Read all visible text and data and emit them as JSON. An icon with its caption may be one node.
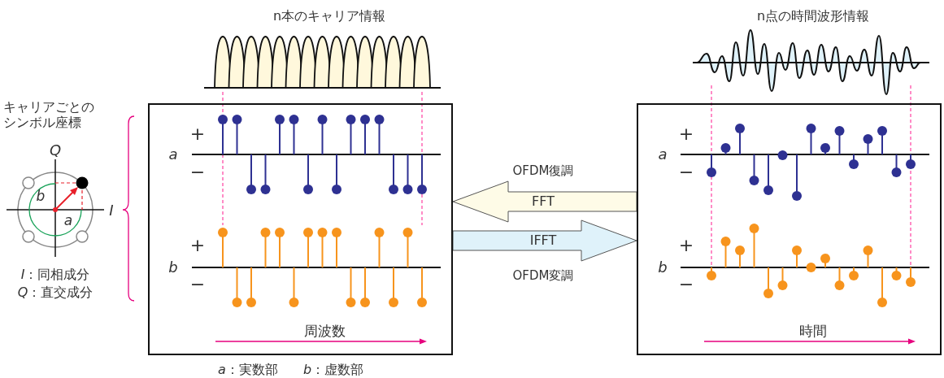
{
  "diagram": {
    "nodes": [
      {
        "text": [
          "周波数"
        ]
      },
      {
        "text": [
          "時間"
        ]
      }
    ],
    "edges": [
      {
        "from": 1,
        "to": 0,
        "arrow": "to",
        "label": "FFT"
      },
      {
        "from": 0,
        "to": 1,
        "arrow": "to",
        "label": "IFFT"
      }
    ],
    "labels": [
      "n本のキャリア情報",
      "n点の時間波形情報",
      "キャリアごとのシンボル座標",
      "Q",
      "b",
      "a",
      "I",
      "*I*：同相成分",
      "*Q*：直交成分",
      "+",
      "a",
      "−",
      "+",
      "b",
      "−",
      "OFDM復調",
      "OFDM変調",
      "+",
      "a",
      "−",
      "+",
      "b",
      "−",
      "*a*：実数部",
      "*b*：虚数部"
    ]
  }
}
